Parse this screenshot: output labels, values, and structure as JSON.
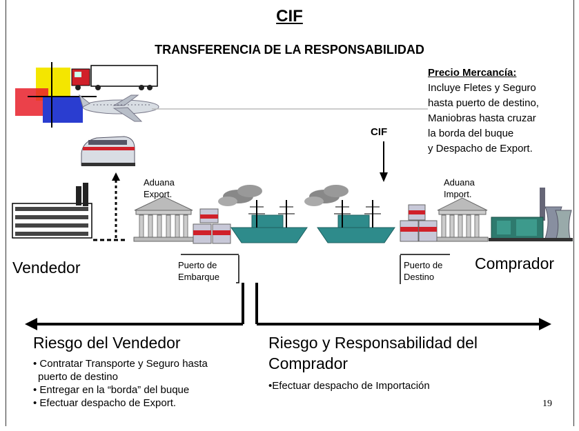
{
  "title": "CIF",
  "subtitle": "TRANSFERENCIA DE LA RESPONSABILIDAD",
  "price": {
    "heading": "Precio Mercancía:",
    "lines": [
      "Incluye Fletes y Seguro",
      "hasta puerto de destino,",
      "Maniobras hasta cruzar",
      "la borda del buque",
      "y Despacho de Export."
    ]
  },
  "cif_marker": "CIF",
  "labels": {
    "aduana_export_1": "Aduana",
    "aduana_export_2": "Export.",
    "aduana_import_1": "Aduana",
    "aduana_import_2": "Import.",
    "vendedor": "Vendedor",
    "comprador": "Comprador",
    "puerto_embarque_1": "Puerto de",
    "puerto_embarque_2": "Embarque",
    "puerto_destino_1": "Puerto de",
    "puerto_destino_2": "Destino"
  },
  "seller_risk": {
    "heading": "Riesgo del Vendedor",
    "bullets": [
      "• Contratar Transporte y Seguro hasta",
      "puerto de destino",
      "• Entregar en la “borda” del buque",
      "• Efectuar despacho de Export."
    ]
  },
  "buyer_risk": {
    "heading_1": "Riesgo y Responsabilidad del",
    "heading_2": "Comprador",
    "bullet": "•Efectuar despacho de Importación"
  },
  "page_number": "19",
  "colors": {
    "ship": "#2e8b8b",
    "crate_red": "#d0202a",
    "crate_grey": "#c8c8d8",
    "yellow": "#f4e600",
    "blue": "#2a3dd0",
    "red": "#e8202a"
  }
}
